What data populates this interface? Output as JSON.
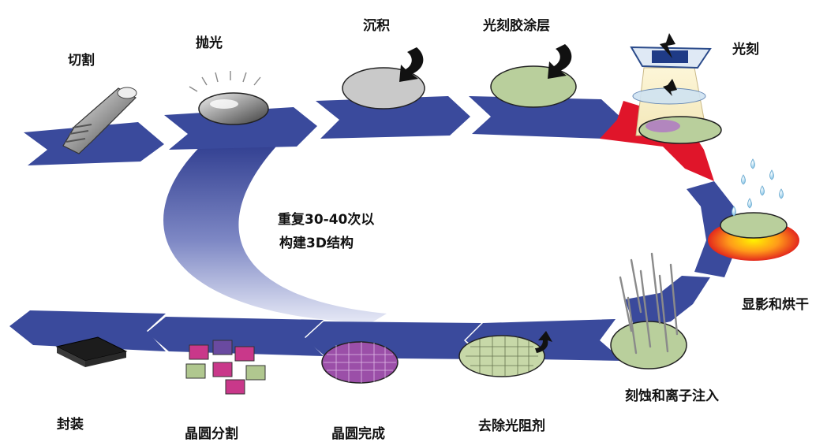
{
  "steps": [
    {
      "label": "切割"
    },
    {
      "label": "抛光"
    },
    {
      "label": "沉积"
    },
    {
      "label": "光刻胶涂层"
    },
    {
      "label": "光刻"
    },
    {
      "label": "显影和烘干"
    },
    {
      "label": "刻蚀和离子注入"
    },
    {
      "label": "去除光阻剂"
    },
    {
      "label": "晶圆完成"
    },
    {
      "label": "晶圆分割"
    },
    {
      "label": "封装"
    }
  ],
  "loop_note": {
    "line1": "重复30-40次以",
    "line2": "构建3D结构"
  },
  "colors": {
    "arrow_blue": "#3a4a9c",
    "arrow_red": "#e0152a",
    "wafer_green": "#b9cf9c",
    "wafer_gray": "#c9c9c9"
  }
}
